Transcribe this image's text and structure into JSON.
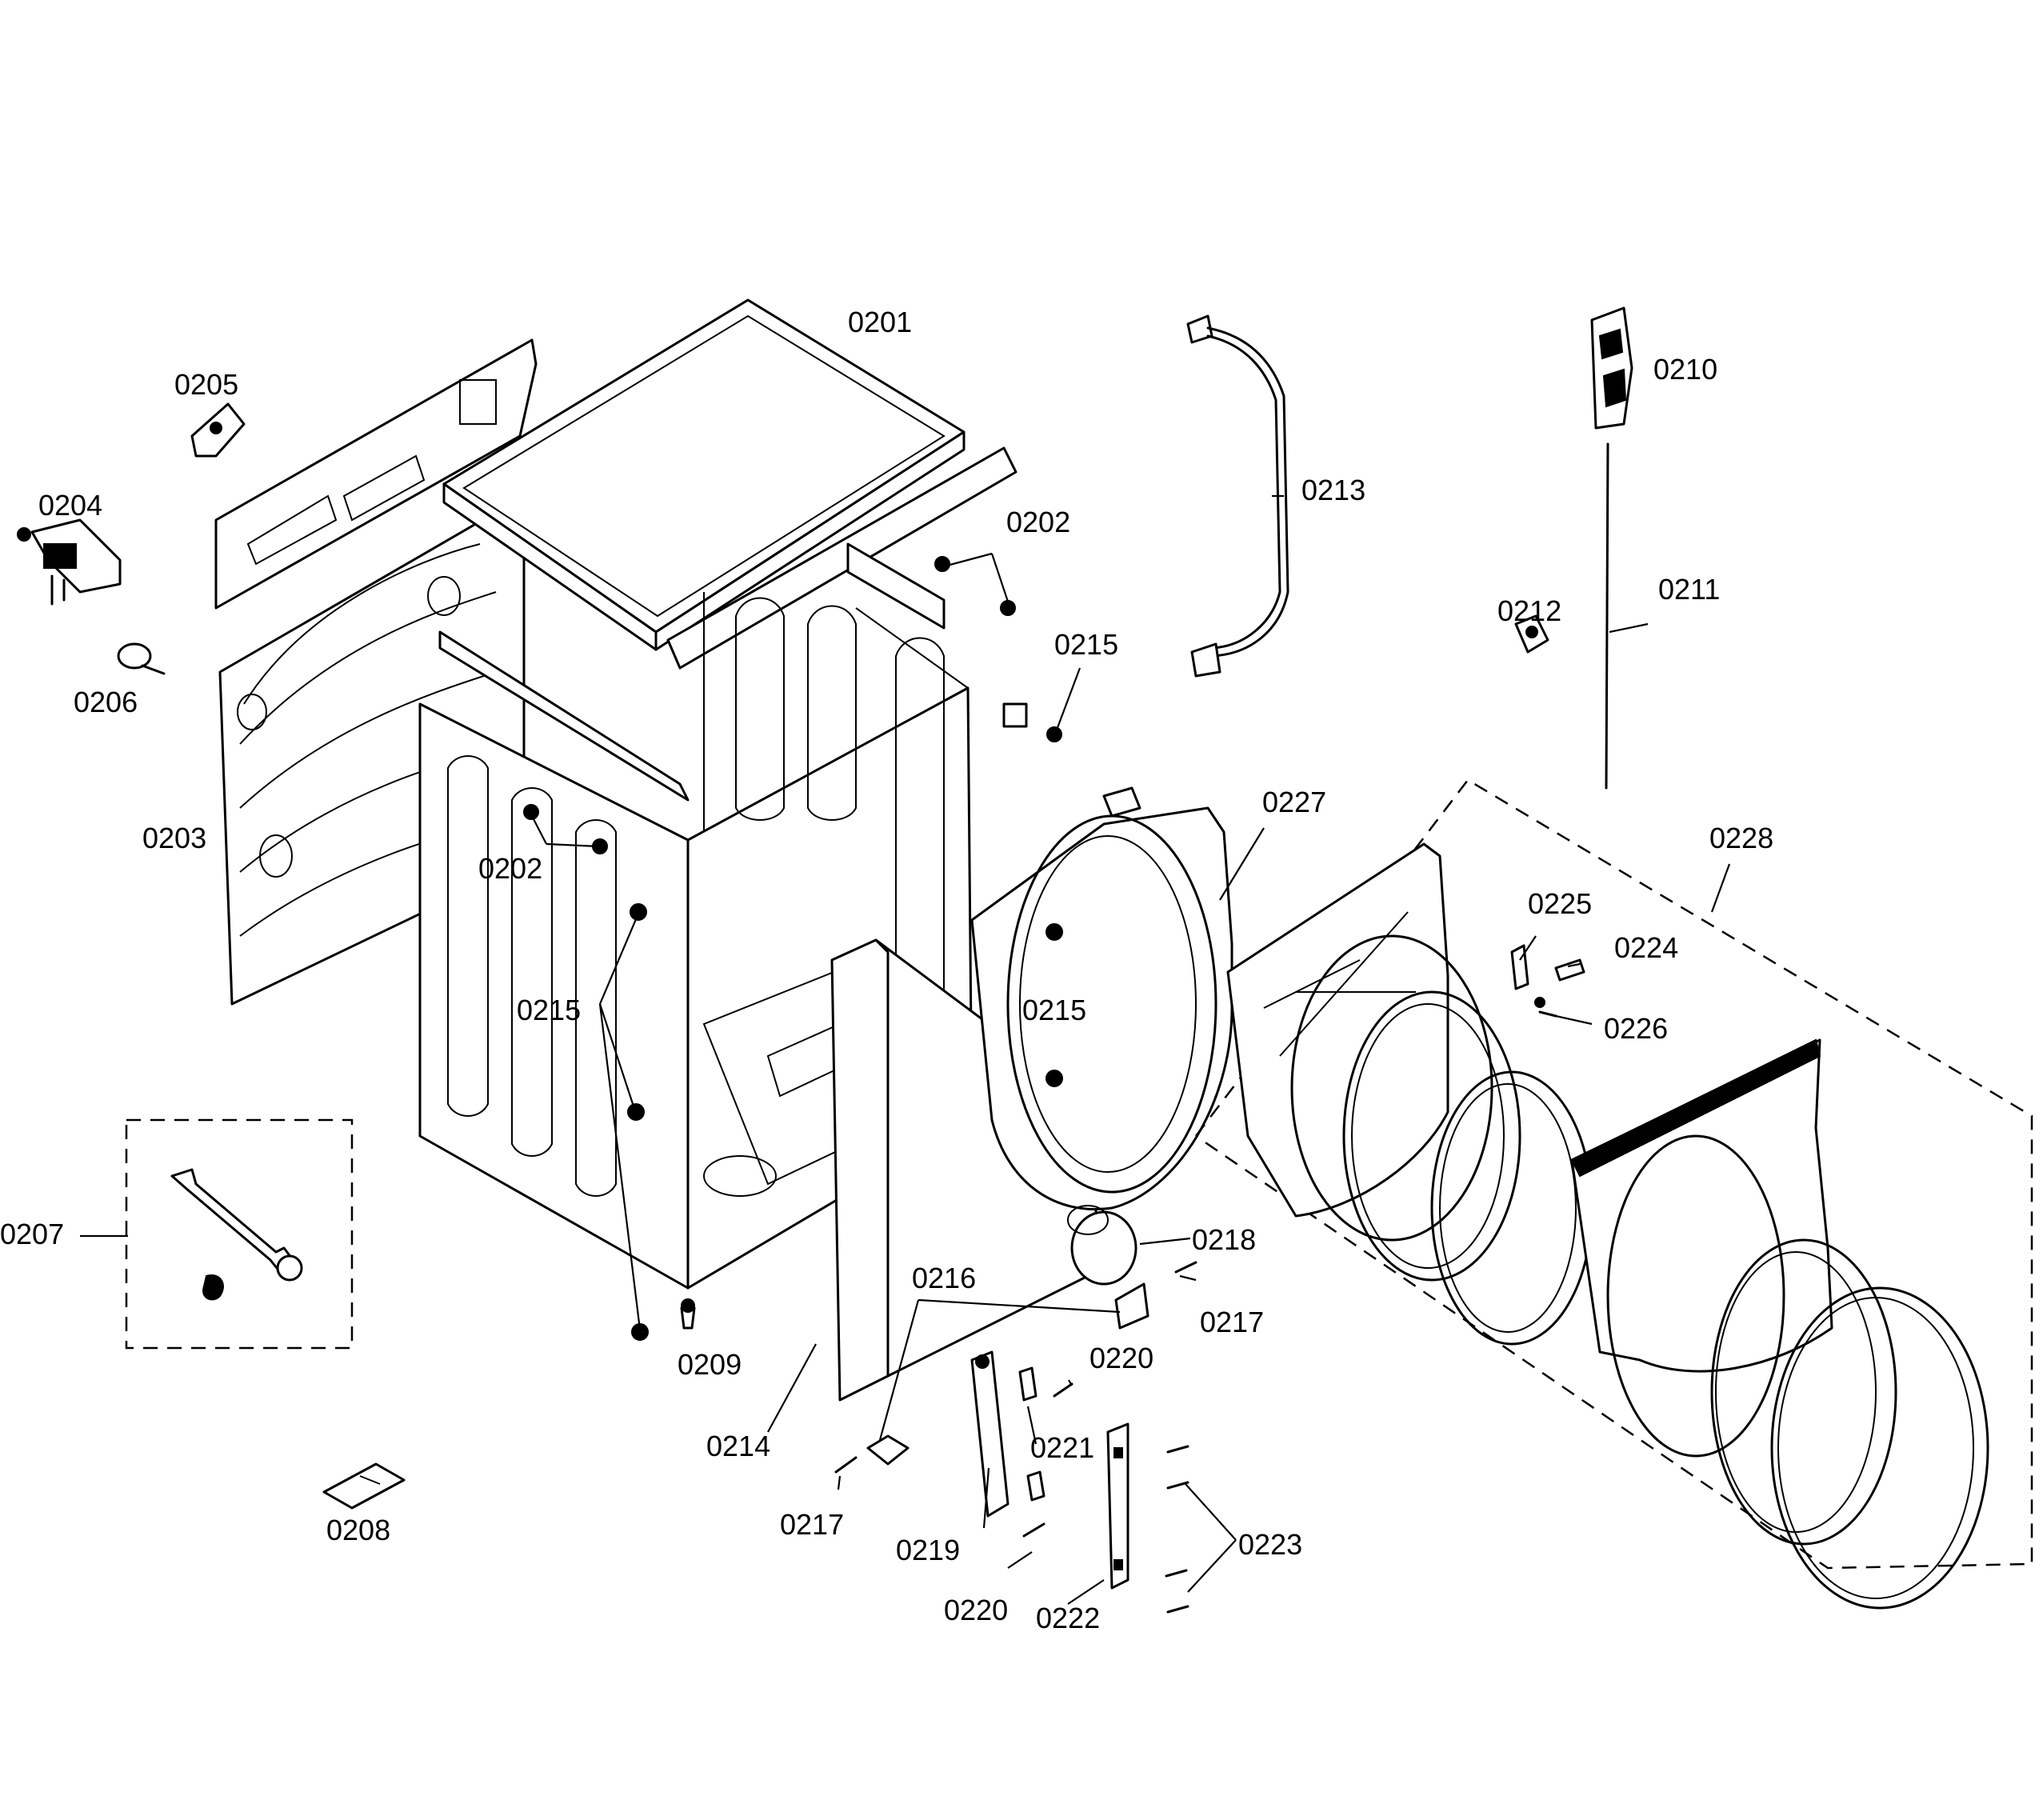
{
  "callouts": {
    "p0201": "0201",
    "p0202a": "0202",
    "p0202b": "0202",
    "p0203": "0203",
    "p0204": "0204",
    "p0205": "0205",
    "p0206": "0206",
    "p0207": "0207",
    "p0208": "0208",
    "p0209": "0209",
    "p0210": "0210",
    "p0211": "0211",
    "p0212": "0212",
    "p0213": "0213",
    "p0214": "0214",
    "p0215a": "0215",
    "p0215b": "0215",
    "p0215c": "0215",
    "p0216": "0216",
    "p0217a": "0217",
    "p0217b": "0217",
    "p0218": "0218",
    "p0219": "0219",
    "p0220a": "0220",
    "p0220b": "0220",
    "p0221": "0221",
    "p0222": "0222",
    "p0223": "0223",
    "p0224": "0224",
    "p0225": "0225",
    "p0226": "0226",
    "p0227": "0227",
    "p0228": "0228"
  }
}
